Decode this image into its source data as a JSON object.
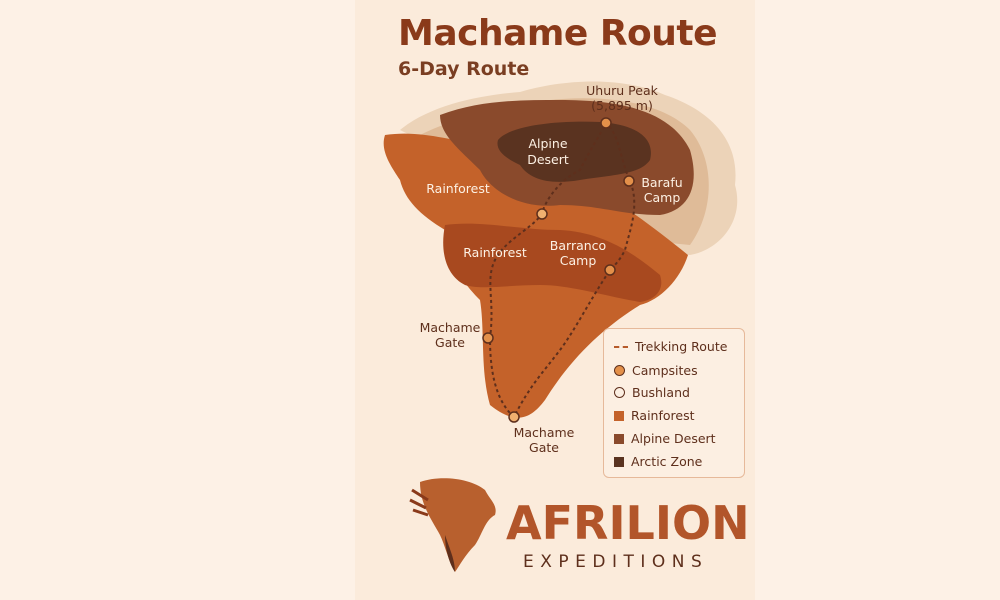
{
  "title": "Machame Route",
  "subtitle": "6-Day Route",
  "map": {
    "zones": [
      "Rainforest",
      "Rainforest",
      "Alpine Desert"
    ],
    "places": {
      "peak_name": "Uhuru Peak",
      "peak_alt": "(5,895 m)",
      "barafu_1": "Barafu",
      "barafu_2": "Camp",
      "barranco_1": "Barranco",
      "barranco_2": "Camp",
      "gate_a_1": "Machame",
      "gate_a_2": "Gate",
      "gate_b_1": "Machame",
      "gate_b_2": "Gate",
      "alpine_1": "Alpine",
      "alpine_2": "Desert"
    }
  },
  "legend": {
    "items": [
      "Trekking Route",
      "Campsites",
      "Bushland",
      "Rainforest",
      "Alpine Desert",
      "Arctic Zone"
    ]
  },
  "colors": {
    "rainforest": "#c4622a",
    "rainforest_dark": "#a8491f",
    "alpine": "#8a4a2c",
    "arctic": "#5a3320",
    "snow": "#e9cfb4"
  },
  "logo": {
    "name": "AFRILION",
    "tagline": "EXPEDITIONS"
  }
}
